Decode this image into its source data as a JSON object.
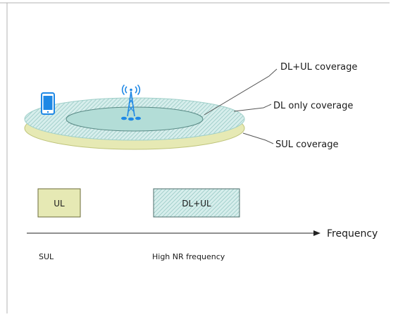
{
  "colors": {
    "frame": "#b3b3b3",
    "hatch_stroke": "#8ec4bf",
    "hatch_bg": "#d7eeec",
    "inner_fill": "#b3ddd7",
    "sul_fill": "#e6e9b4",
    "sul_stroke": "#bfc47a",
    "device_blue": "#1e88e5",
    "leader": "#555555",
    "axis": "#222222"
  },
  "icons": {
    "device": "smartphone-icon",
    "base_station": "cell-tower-icon"
  },
  "coverage_labels": {
    "dl_ul": "DL+UL coverage",
    "dl_only": "DL only coverage",
    "sul": "SUL coverage"
  },
  "spectrum": {
    "ul_block": "UL",
    "dlul_block": "DL+UL",
    "axis_label": "Frequency",
    "sul_caption": "SUL",
    "high_nr_caption": "High NR frequency"
  }
}
